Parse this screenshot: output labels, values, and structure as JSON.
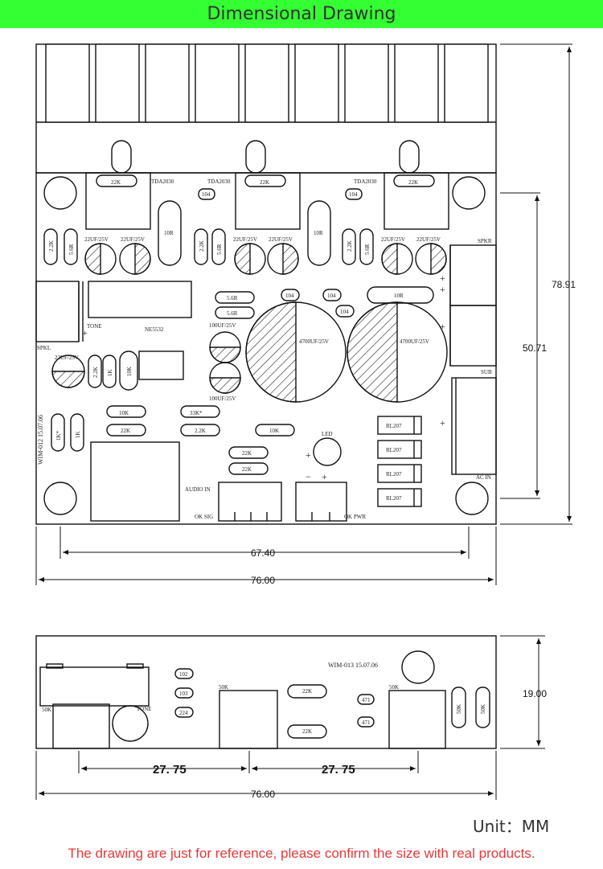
{
  "title": "Dimensional Drawing",
  "unit_label": "Unit：MM",
  "note": "The drawing are just for reference, please confirm the size with real products.",
  "top_view": {
    "dimensions": {
      "height_total": "78.91",
      "height_inner": "50.71",
      "width_inner": "67.40",
      "width_total": "76.00"
    },
    "labels": {
      "ic1": "TDA2030",
      "ic2": "TDA2030",
      "ic3": "TDA2030",
      "r22k_a": "22K",
      "r22k_b": "22K",
      "r22k_c": "22K",
      "c104_a": "104",
      "c104_b": "104",
      "c104_c": "104",
      "c104_d": "104",
      "c104_e": "104",
      "r10r_a": "10R",
      "r10r_b": "10R",
      "r10r_c": "10R",
      "cap22_a": "22UF/25V",
      "cap22_b": "22UF/25V",
      "cap22_c": "22UF/25V",
      "cap22_d": "22UF/25V",
      "cap22_e": "22UF/25V",
      "cap22_f": "22UF/25V",
      "cap22_g": "22UF/25V",
      "r22k_v1": "2.2K",
      "r5k6_v1": "5.6R",
      "r22k_v2": "2.2K",
      "r5k6_v2": "5.6R",
      "r22k_v3": "2.2K",
      "r5k6_v3": "5.6R",
      "spkr": "SPKR",
      "tone": "TONE",
      "ne5532": "NE5532",
      "spkl": "SPKL",
      "r56_a": "5.6R",
      "r56_b": "5.6R",
      "cap100_a": "100UF/25V",
      "cap100_b": "100UF/25V",
      "cap4700_a": "4700UF/25V",
      "cap4700_b": "4700UF/25V",
      "sub": "SUB",
      "ac_in": "AC IN",
      "r10k_a": "10K",
      "r10k_b": "10K",
      "r10k_c": "10K",
      "r33k": "33K*",
      "r22k_d": "22K",
      "r22k_e": "22K",
      "r22k_f": "22K",
      "r2k2": "2.2K",
      "r1k": "1K*",
      "r1k2": "1K",
      "c22k_v": "2.2K",
      "c1k_v": "1K",
      "board_id": "WIM-012  15.07.06",
      "led": "LED",
      "audio_in": "AUDIO IN",
      "ok_sig": "OK SIG",
      "ok_pwr": "OK PWR",
      "rl1": "RL207",
      "rl2": "RL207",
      "rl3": "RL207",
      "rl4": "RL207"
    }
  },
  "side_view": {
    "dimensions": {
      "height": "19.00",
      "seg1": "27. 75",
      "seg2": "27. 75",
      "width_total": "76.00"
    },
    "labels": {
      "board_id": "WIM-013  15.07.06",
      "c102": "102",
      "c103": "103",
      "c224": "224",
      "r50k_a": "50K",
      "r50k_b": "50K",
      "r50k_c": "50K",
      "r22k_a": "22K",
      "r22k_b": "22K",
      "c471_a": "471",
      "c471_b": "471",
      "r50k_v1": "50K",
      "r50k_v2": "50K",
      "tone": "TONE"
    }
  }
}
